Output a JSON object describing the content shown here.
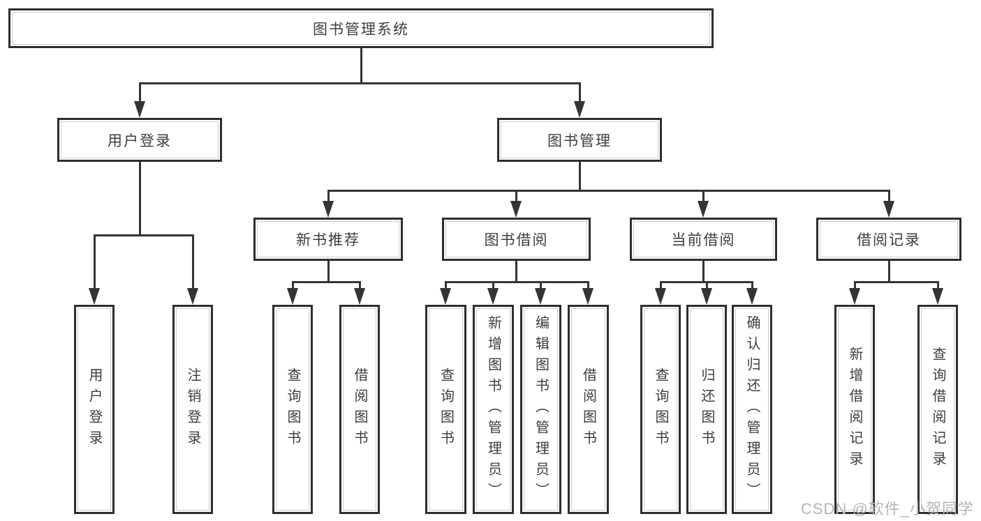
{
  "tree": {
    "root": "图书管理系统",
    "branches": [
      {
        "label": "用户登录",
        "leaves": [
          "用户登录",
          "注销登录"
        ]
      },
      {
        "label": "图书管理",
        "groups": [
          {
            "label": "新书推荐",
            "leaves": [
              "查询图书",
              "借阅图书"
            ]
          },
          {
            "label": "图书借阅",
            "leaves": [
              "查询图书",
              "新增图书（管理员）",
              "编辑图书（管理员）",
              "借阅图书"
            ]
          },
          {
            "label": "当前借阅",
            "leaves": [
              "查询图书",
              "归还图书",
              "确认归还（管理员）"
            ]
          },
          {
            "label": "借阅记录",
            "leaves": [
              "新增借阅记录",
              "查询借阅记录"
            ]
          }
        ]
      }
    ]
  },
  "watermark": "CSDN @软件_小贺同学",
  "colors": {
    "stroke": "#343434",
    "border": "#2e2e2e",
    "text": "#3d3d3d",
    "watermark_text": "#b5b5b5",
    "background": "#ffffff"
  }
}
